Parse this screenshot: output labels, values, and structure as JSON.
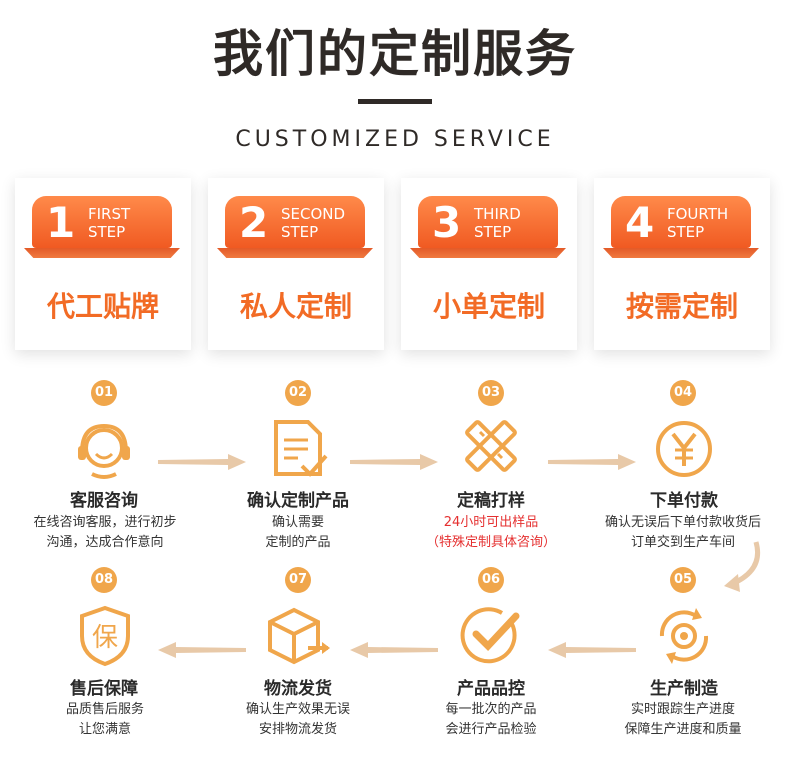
{
  "header": {
    "title": "我们的定制服务",
    "subtitle": "CUSTOMIZED SERVICE"
  },
  "steps": [
    {
      "num": "1",
      "en_line1": "FIRST",
      "en_line2": "STEP",
      "name": "代工贴牌"
    },
    {
      "num": "2",
      "en_line1": "SECOND",
      "en_line2": "STEP",
      "name": "私人定制"
    },
    {
      "num": "3",
      "en_line1": "THIRD",
      "en_line2": "STEP",
      "name": "小单定制"
    },
    {
      "num": "4",
      "en_line1": "FOURTH",
      "en_line2": "STEP",
      "name": "按需定制"
    }
  ],
  "process": [
    {
      "badge": "01",
      "title": "客服咨询",
      "line1": "在线咨询客服，进行初步",
      "line2": "沟通，达成合作意向",
      "icon": "headset-icon"
    },
    {
      "badge": "02",
      "title": "确认定制产品",
      "line1": "确认需要",
      "line2": "定制的产品",
      "icon": "document-check-icon"
    },
    {
      "badge": "03",
      "title": "定稿打样",
      "line1": "24小时可出样品",
      "line2": "（特殊定制具体咨询）",
      "icon": "ruler-pencil-icon"
    },
    {
      "badge": "04",
      "title": "下单付款",
      "line1": "确认无误后下单付款收货后",
      "line2": "订单交到生产车间",
      "icon": "yen-coin-icon"
    },
    {
      "badge": "05",
      "title": "生产制造",
      "line1": "实时跟踪生产进度",
      "line2": "保障生产进度和质量",
      "icon": "gear-icon"
    },
    {
      "badge": "06",
      "title": "产品品控",
      "line1": "每一批次的产品",
      "line2": "会进行产品检验",
      "icon": "checkmark-icon"
    },
    {
      "badge": "07",
      "title": "物流发货",
      "line1": "确认生产效果无误",
      "line2": "安排物流发货",
      "icon": "package-icon"
    },
    {
      "badge": "08",
      "title": "售后保障",
      "line1": "品质售后服务",
      "line2": "让您满意",
      "icon": "shield-icon"
    }
  ],
  "colors": {
    "accent": "#f26b25",
    "badge": "#f0a64b",
    "arrow": "#e8c9a8",
    "highlight": "#e53030"
  }
}
